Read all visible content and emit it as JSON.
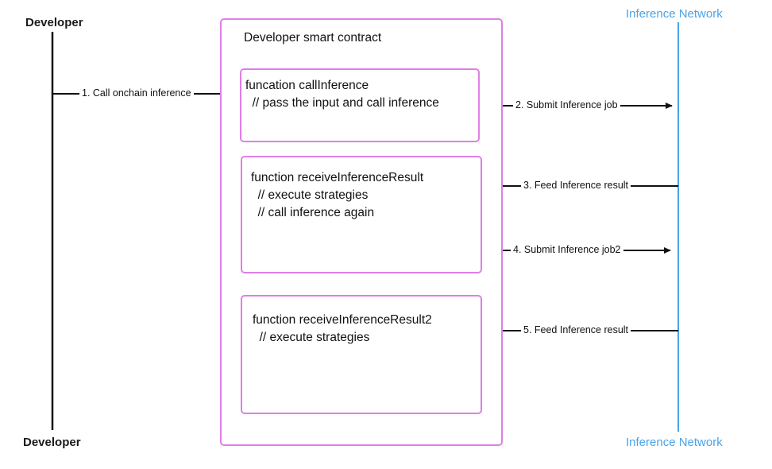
{
  "actors": {
    "developer_top": "Developer",
    "developer_bottom": "Developer",
    "network_top": "Inference Network",
    "network_bottom": "Inference Network"
  },
  "contract": {
    "title": "Developer smart contract",
    "call_inference": {
      "line1": "funcation callInference",
      "line2": "  // pass the input and call inference"
    },
    "receive_result": {
      "line1": "function receiveInferenceResult",
      "line2": "  // execute strategies",
      "line3": "  // call inference again"
    },
    "receive_result2": {
      "line1": "function receiveInferenceResult2",
      "line2": "  // execute strategies"
    }
  },
  "messages": {
    "m1": "1. Call onchain inference",
    "m2": "2. Submit Inference job",
    "m3": "3. Feed Inference result",
    "m4": "4. Submit Inference job2",
    "m5": "5. Feed Inference result"
  },
  "colors": {
    "box_border": "#e07ee8",
    "network_line": "#4aa3e8",
    "developer_line": "#111111"
  }
}
